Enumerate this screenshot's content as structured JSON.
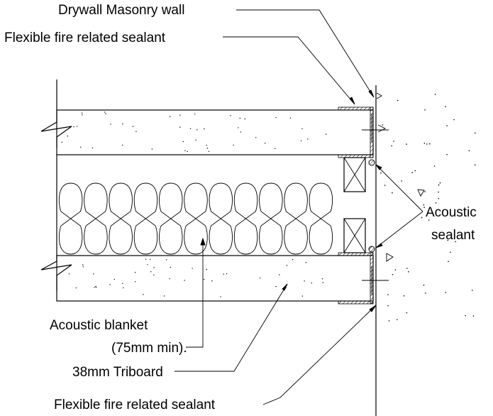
{
  "labels": {
    "drywall_masonry": "Drywall Masonry wall",
    "flexible_sealant_top": "Flexible fire related sealant",
    "acoustic_sealant_1": "Acoustic",
    "acoustic_sealant_2": "sealant",
    "acoustic_blanket_1": "Acoustic blanket",
    "acoustic_blanket_2": "(75mm min).",
    "triboard": "38mm Triboard",
    "flexible_sealant_bottom": "Flexible fire related sealant"
  },
  "colors": {
    "line": "#000000",
    "background": "#ffffff"
  }
}
